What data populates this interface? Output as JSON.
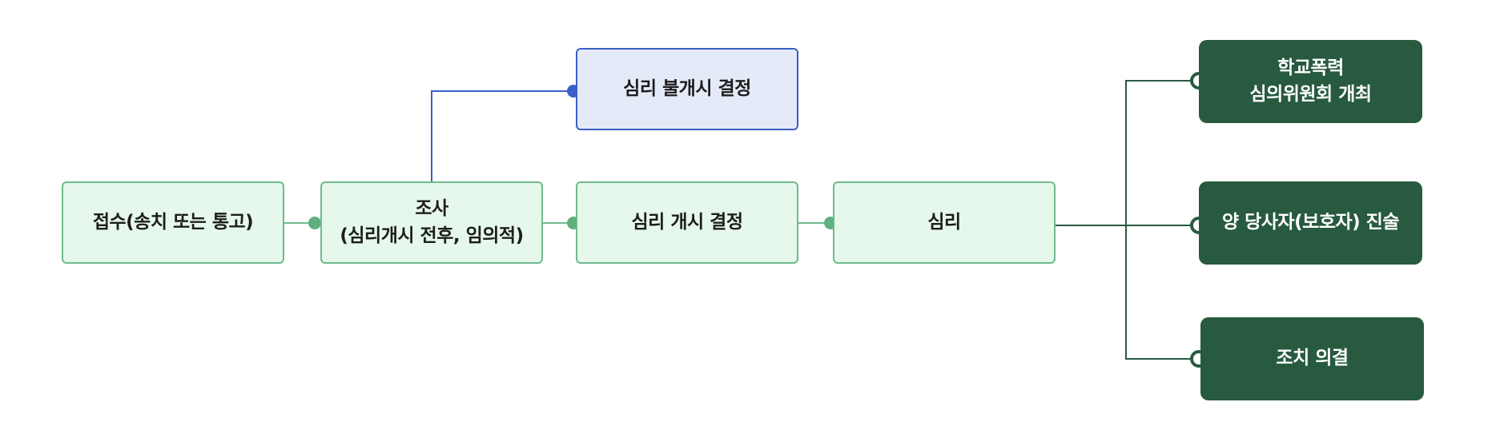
{
  "nodes": {
    "intake": {
      "label": "접수(송치 또는 통고)"
    },
    "investigation": {
      "label": "조사\n(심리개시 전후, 임의적)"
    },
    "hearing_open_decision": {
      "label": "심리 개시 결정"
    },
    "hearing": {
      "label": "심리"
    },
    "hearing_not_open_decision": {
      "label": "심리 불개시 결정"
    },
    "school_violence_committee": {
      "label": "학교폭력\n심의위원회 개최"
    },
    "parties_statement": {
      "label": "양 당사자(보호자) 진술"
    },
    "measure_decision": {
      "label": "조치 의결"
    }
  },
  "colors": {
    "light_fill": "#e6f7ec",
    "light_border": "#6fba8b",
    "blue_fill": "#e5eaf8",
    "blue_border": "#3a5fc8",
    "dark_fill": "#285a40",
    "dark_line": "#285a40",
    "green_dot": "#5fb07d",
    "blue_dot": "#3a5fc8"
  }
}
